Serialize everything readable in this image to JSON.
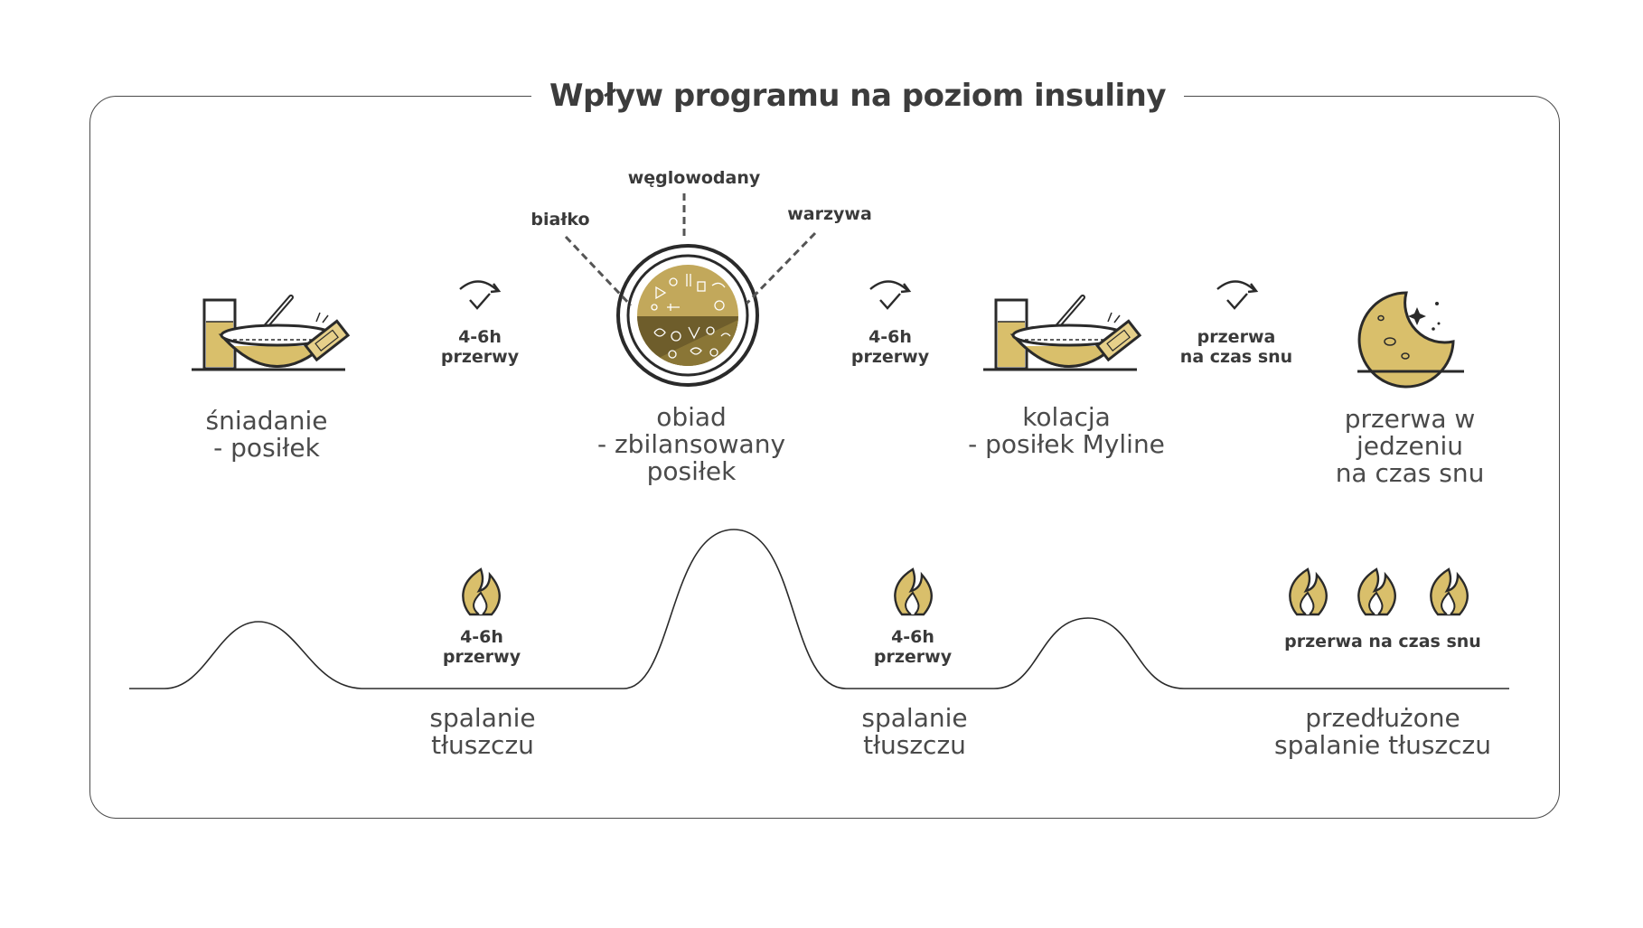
{
  "title": "Wpływ programu na poziom insuliny",
  "colors": {
    "gold": "#d9bf6b",
    "gold_light": "#e6d08a",
    "dark_gold": "#6e5d2b",
    "line": "#2a2a2a"
  },
  "plate_labels": {
    "carbs": "węglowodany",
    "protein": "białko",
    "vegetables": "warzywa"
  },
  "meals": [
    {
      "id": "breakfast",
      "icon": "bowl-with-glass-and-bar-icon",
      "line1": "śniadanie",
      "line2": "- posiłek"
    },
    {
      "id": "lunch",
      "icon": "balanced-plate-icon",
      "line1": "obiad",
      "line2": "- zbilansowany",
      "line3": "posiłek"
    },
    {
      "id": "dinner",
      "icon": "bowl-with-glass-and-bar-icon",
      "line1": "kolacja",
      "line2": "- posiłek Myline"
    },
    {
      "id": "night",
      "icon": "moon-with-stars-icon",
      "line1": "przerwa w",
      "line2": "jedzeniu",
      "line3": "na czas snu"
    }
  ],
  "breaks_top": [
    {
      "line1": "4-6h",
      "line2": "przerwy"
    },
    {
      "line1": "4-6h",
      "line2": "przerwy"
    },
    {
      "line1": "przerwa",
      "line2": "na czas snu"
    }
  ],
  "burn": [
    {
      "line1": "4-6h",
      "line2": "przerwy",
      "caption1": "spalanie",
      "caption2": "tłuszczu"
    },
    {
      "line1": "4-6h",
      "line2": "przerwy",
      "caption1": "spalanie",
      "caption2": "tłuszczu"
    },
    {
      "line1": "przerwa na czas snu",
      "caption1": "przedłużone",
      "caption2": "spalanie tłuszczu"
    }
  ]
}
